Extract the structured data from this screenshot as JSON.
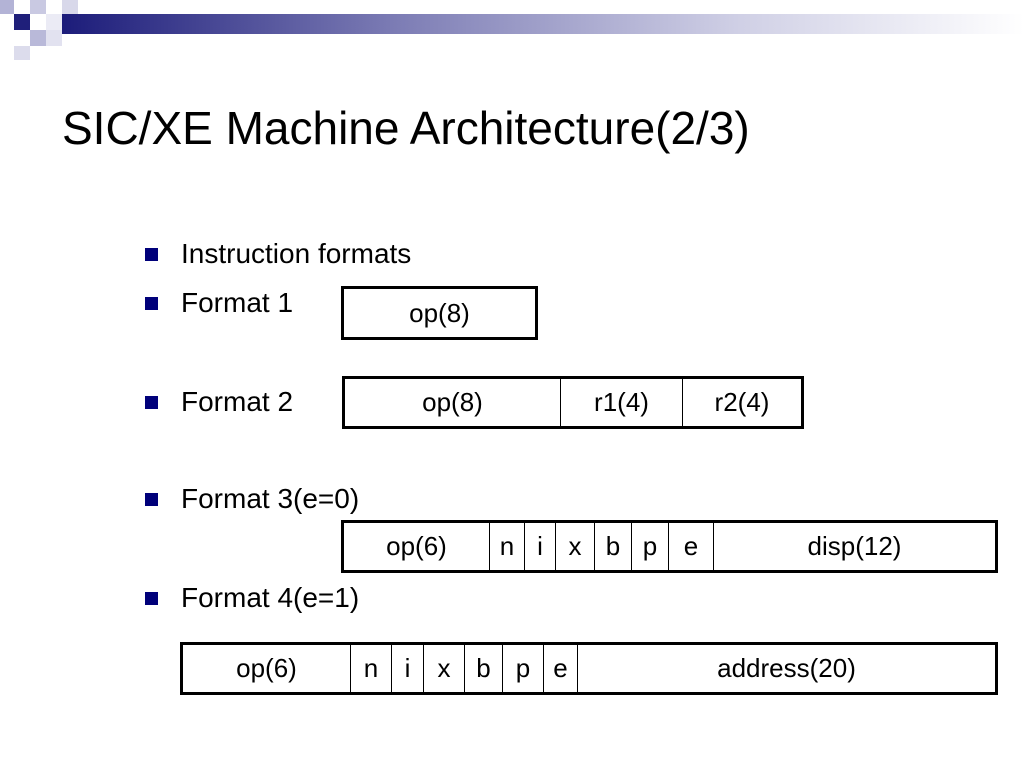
{
  "slide": {
    "title": "SIC/XE Machine Architecture(2/3)",
    "accent_color": "#00007a",
    "bullets": [
      {
        "text": "Instruction formats"
      },
      {
        "text": "Format 1"
      },
      {
        "text": "Format 2"
      },
      {
        "text": "Format 3(e=0)"
      },
      {
        "text": "Format 4(e=1)"
      }
    ]
  },
  "formats": {
    "format1": {
      "fields": [
        "op(8)"
      ]
    },
    "format2": {
      "fields": [
        "op(8)",
        "r1(4)",
        "r2(4)"
      ]
    },
    "format3": {
      "fields": [
        "op(6)",
        "n",
        "i",
        "x",
        "b",
        "p",
        "e",
        "disp(12)"
      ]
    },
    "format4": {
      "fields": [
        "op(6)",
        "n",
        "i",
        "x",
        "b",
        "p",
        "e",
        "address(20)"
      ]
    }
  }
}
